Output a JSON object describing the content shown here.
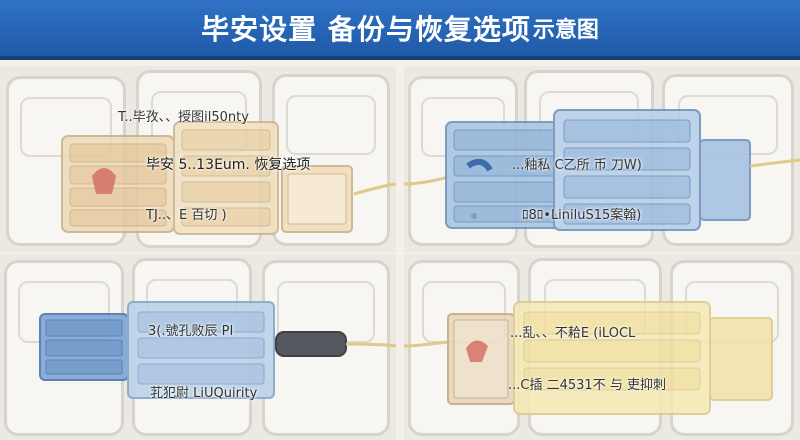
{
  "header": {
    "title": "毕安设置 备份与恢复选项",
    "title_suffix": "示意图"
  },
  "panels": {
    "top_left": {
      "labels": [
        "T..毕孜、、授图il50nty",
        "毕安 5..13Eum. 恢复选项",
        "TJ..、E   百切 )"
      ]
    },
    "top_right": {
      "labels": [
        "...釉私 C乙所 币 刀W)",
        "ﾛ8ﾛ•LiniluS15案翰)"
      ]
    },
    "bottom_left": {
      "labels": [
        "3(.號孔败辰 PI",
        "芤犯尉 LiUQuirity"
      ]
    },
    "bottom_right": {
      "labels": [
        "...乱、、不耠E  (iLOCL",
        "...C插 二4531不 与 吏抑刺"
      ]
    }
  }
}
